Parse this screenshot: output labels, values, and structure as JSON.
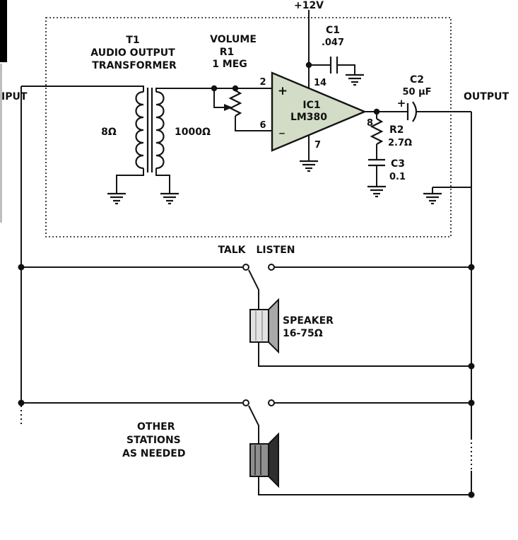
{
  "colors": {
    "wire": "#141414",
    "ic_fill": "#d3dcc6"
  },
  "power": {
    "supply": "+12V"
  },
  "io": {
    "input": "IPUT",
    "output": "OUTPUT"
  },
  "transformer": {
    "ref": "T1",
    "desc1": "AUDIO OUTPUT",
    "desc2": "TRANSFORMER",
    "primary": "8Ω",
    "secondary": "1000Ω"
  },
  "volume": {
    "title": "VOLUME",
    "ref": "R1",
    "value": "1 MEG"
  },
  "ic": {
    "ref": "IC1",
    "part": "LM380",
    "plus": "+",
    "minus": "_",
    "pins": {
      "p2": "2",
      "p6": "6",
      "p7": "7",
      "p8": "8",
      "p14": "14"
    }
  },
  "caps": {
    "c1": {
      "ref": "C1",
      "value": ".047"
    },
    "c2": {
      "ref": "C2",
      "value": "50 µF",
      "polarity": "+"
    },
    "c3": {
      "ref": "C3",
      "value": "0.1"
    }
  },
  "resistors": {
    "r2": {
      "ref": "R2",
      "value": "2.7Ω"
    }
  },
  "switch": {
    "talk": "TALK",
    "listen": "LISTEN"
  },
  "speaker": {
    "label": "SPEAKER",
    "impedance": "16-75Ω"
  },
  "expansion": {
    "l1": "OTHER",
    "l2": "STATIONS",
    "l3": "AS NEEDED"
  }
}
